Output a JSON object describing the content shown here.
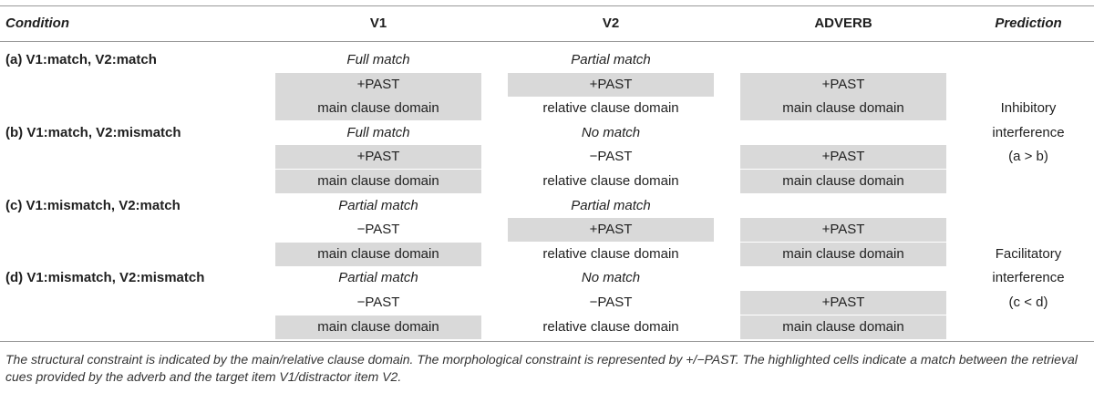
{
  "header": {
    "condition": "Condition",
    "v1": "V1",
    "v2": "V2",
    "adverb": "ADVERB",
    "prediction": "Prediction"
  },
  "rows": [
    {
      "cond": "(a) V1:match, V2:match",
      "v1": "Full match",
      "v2": "Partial match",
      "adv": "",
      "pred": "",
      "type": "label"
    },
    {
      "cond": "",
      "v1": "+PAST",
      "v2": "+PAST",
      "adv": "+PAST",
      "pred": "",
      "shade": [
        true,
        true,
        true
      ]
    },
    {
      "cond": "",
      "v1": "main clause domain",
      "v2": "relative clause domain",
      "adv": "main clause domain",
      "pred": "Inhibitory",
      "shade": [
        true,
        false,
        true
      ]
    },
    {
      "cond": "(b) V1:match, V2:mismatch",
      "v1": "Full match",
      "v2": "No match",
      "adv": "",
      "pred": "interference",
      "type": "label"
    },
    {
      "cond": "",
      "v1": "+PAST",
      "v2": "−PAST",
      "adv": "+PAST",
      "pred": "(a > b)",
      "shade": [
        true,
        false,
        true
      ]
    },
    {
      "cond": "",
      "v1": "main clause domain",
      "v2": "relative clause domain",
      "adv": "main clause domain",
      "pred": "",
      "shade": [
        true,
        false,
        true
      ]
    },
    {
      "cond": "(c) V1:mismatch, V2:match",
      "v1": "Partial match",
      "v2": "Partial match",
      "adv": "",
      "pred": "",
      "type": "label"
    },
    {
      "cond": "",
      "v1": "−PAST",
      "v2": "+PAST",
      "adv": "+PAST",
      "pred": "",
      "shade": [
        false,
        true,
        true
      ]
    },
    {
      "cond": "",
      "v1": "main clause domain",
      "v2": "relative clause domain",
      "adv": "main clause domain",
      "pred": "Facilitatory",
      "shade": [
        true,
        false,
        true
      ]
    },
    {
      "cond": "(d) V1:mismatch, V2:mismatch",
      "v1": "Partial match",
      "v2": "No match",
      "adv": "",
      "pred": "interference",
      "type": "label"
    },
    {
      "cond": "",
      "v1": "−PAST",
      "v2": "−PAST",
      "adv": "+PAST",
      "pred": "(c < d)",
      "shade": [
        false,
        false,
        true
      ]
    },
    {
      "cond": "",
      "v1": "main clause domain",
      "v2": "relative clause domain",
      "adv": "main clause domain",
      "pred": "",
      "shade": [
        true,
        false,
        true
      ]
    }
  ],
  "caption": "The structural constraint is indicated by the main/relative clause domain. The morphological constraint is represented by +/−PAST. The highlighted cells indicate a match between the retrieval cues provided by the adverb and the target item V1/distractor item V2."
}
